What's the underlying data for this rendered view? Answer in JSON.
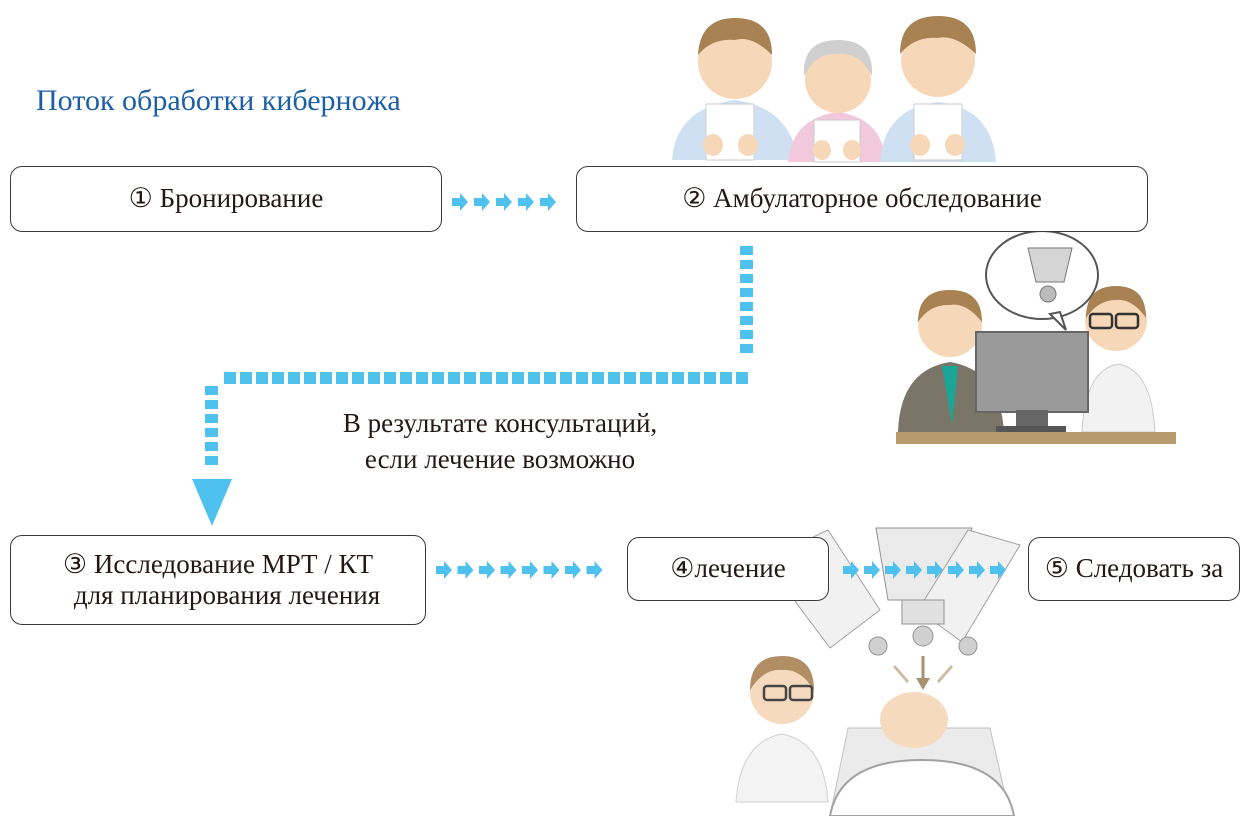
{
  "title": "Поток обработки кибернoжa",
  "steps": [
    {
      "num": "①",
      "label": "Бронирование"
    },
    {
      "num": "②",
      "label": "Амбулаторное обследование"
    },
    {
      "num": "③",
      "line1": "Исследование МРТ / КТ",
      "line2": "для планирования лечения"
    },
    {
      "num": "④",
      "label": "лечение"
    },
    {
      "num": "⑤",
      "label": "Следовать за"
    }
  ],
  "condition": {
    "line1": "В результате консультаций,",
    "line2": "если лечение возможно"
  },
  "colors": {
    "title": "#1d5fa6",
    "arrow": "#4ec1ee",
    "box_border": "#3a3a3a"
  }
}
